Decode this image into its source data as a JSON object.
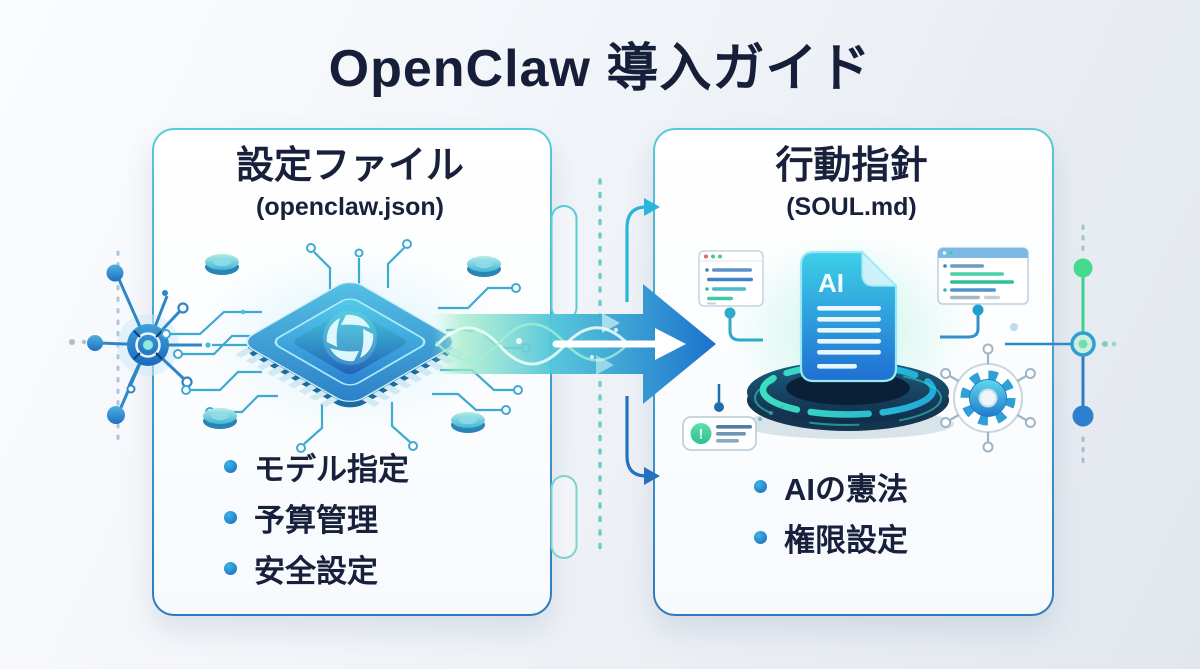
{
  "title": "OpenClaw 導入ガイド",
  "panels": {
    "config": {
      "title": "設定ファイル",
      "subtitle": "(openclaw.json)",
      "items": [
        {
          "label": "モデル指定"
        },
        {
          "label": "予算管理"
        },
        {
          "label": "安全設定"
        }
      ]
    },
    "soul": {
      "title": "行動指針",
      "subtitle": "(SOUL.md)",
      "doc_label": "AI",
      "alert_mark": "!",
      "items": [
        {
          "label": "AIの憲法"
        },
        {
          "label": "権限設定"
        }
      ]
    }
  },
  "icons": {
    "claw_logo": "openclaw-claw-icon",
    "chip": "cpu-chip-icon",
    "network_hub": "network-hub-icon",
    "flow_arrow": "flow-arrow-icon",
    "document": "ai-document-icon",
    "pedestal": "glowing-pedestal",
    "gear": "gear-icon",
    "alert": "alert-badge-icon",
    "code_windows": "code-window-icon"
  },
  "colors": {
    "title_text": "#161e3a",
    "accent_teal": "#3fc9d4",
    "accent_blue": "#1f7fd0",
    "accent_green": "#46d98f",
    "bullet_dot": "#1f7fcb",
    "panel_border_top": "#58cbd9",
    "panel_border_bottom": "#2e7bbf",
    "background": "#eef1f6"
  }
}
